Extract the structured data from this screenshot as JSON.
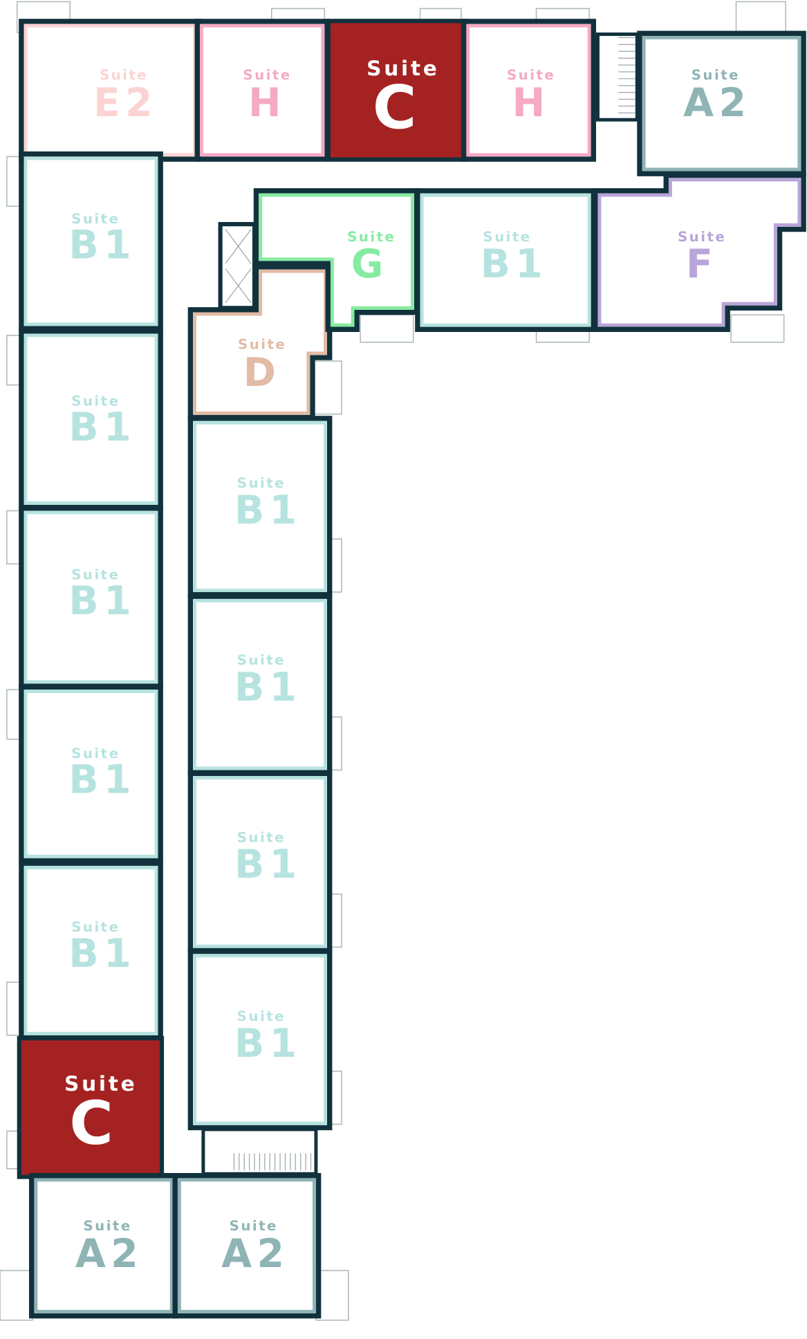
{
  "title": "Floor plan",
  "colors": {
    "wall": "#11323d",
    "C": "#a52222",
    "H": "#f4a9c4",
    "E2": "#fcd3d3",
    "B1": "#b6e3df",
    "A2": "#8fb4b6",
    "G": "#86eba0",
    "F": "#b9a5d8",
    "D": "#e2bba5"
  },
  "suites": [
    {
      "prefix": "Suite",
      "code": "E2",
      "color": "#fcd3d3"
    },
    {
      "prefix": "Suite",
      "code": "H",
      "color": "#f4a9c4"
    },
    {
      "prefix": "Suite",
      "code": "C",
      "color": "#a52222"
    },
    {
      "prefix": "Suite",
      "code": "H",
      "color": "#f4a9c4"
    },
    {
      "prefix": "Suite",
      "code": "A2",
      "color": "#8fb4b6"
    },
    {
      "prefix": "Suite",
      "code": "B1",
      "color": "#b6e3df"
    },
    {
      "prefix": "Suite",
      "code": "B1",
      "color": "#b6e3df"
    },
    {
      "prefix": "Suite",
      "code": "B1",
      "color": "#b6e3df"
    },
    {
      "prefix": "Suite",
      "code": "B1",
      "color": "#b6e3df"
    },
    {
      "prefix": "Suite",
      "code": "B1",
      "color": "#b6e3df"
    },
    {
      "prefix": "Suite",
      "code": "C",
      "color": "#a52222"
    },
    {
      "prefix": "Suite",
      "code": "A2",
      "color": "#8fb4b6"
    },
    {
      "prefix": "Suite",
      "code": "A2",
      "color": "#8fb4b6"
    },
    {
      "prefix": "Suite",
      "code": "B1",
      "color": "#b6e3df"
    },
    {
      "prefix": "Suite",
      "code": "B1",
      "color": "#b6e3df"
    },
    {
      "prefix": "Suite",
      "code": "B1",
      "color": "#b6e3df"
    },
    {
      "prefix": "Suite",
      "code": "B1",
      "color": "#b6e3df"
    },
    {
      "prefix": "Suite",
      "code": "D",
      "color": "#e2bba5"
    },
    {
      "prefix": "Suite",
      "code": "G",
      "color": "#86eba0"
    },
    {
      "prefix": "Suite",
      "code": "B1",
      "color": "#b6e3df"
    },
    {
      "prefix": "Suite",
      "code": "F",
      "color": "#b9a5d8"
    }
  ]
}
